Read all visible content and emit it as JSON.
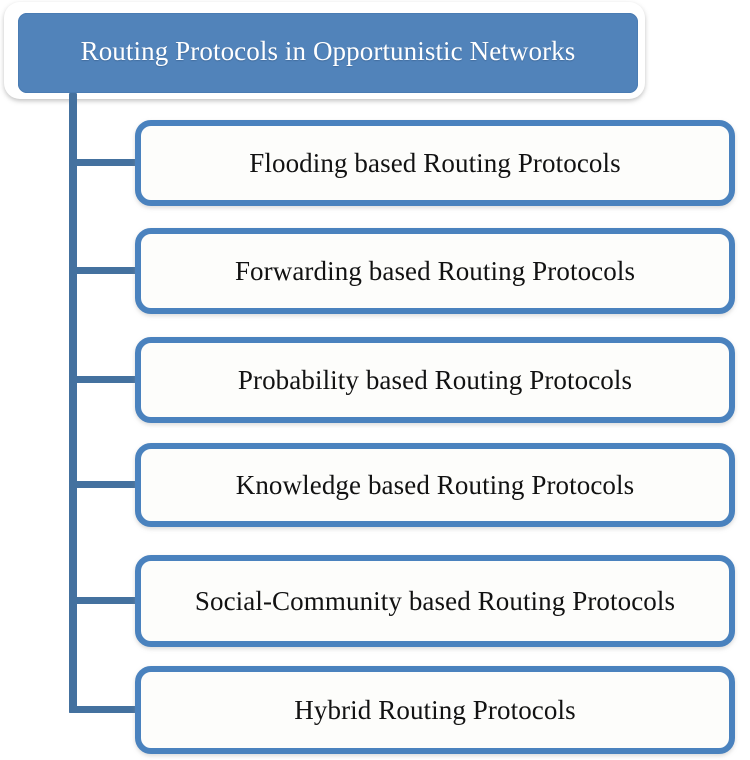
{
  "diagram": {
    "type": "hierarchy-tree",
    "root": {
      "label": "Routing Protocols in Opportunistic Networks",
      "fill_color": "#5183BA",
      "text_color": "#FFFFFF"
    },
    "connector_color": "#44719F",
    "node_border_color": "#4A82BE",
    "node_fill_color": "#FDFDFB",
    "children": [
      {
        "label": "Flooding based Routing Protocols"
      },
      {
        "label": "Forwarding based Routing Protocols"
      },
      {
        "label": "Probability based Routing Protocols"
      },
      {
        "label": "Knowledge based Routing Protocols"
      },
      {
        "label": "Social-Community based Routing Protocols"
      },
      {
        "label": "Hybrid Routing Protocols"
      }
    ]
  }
}
